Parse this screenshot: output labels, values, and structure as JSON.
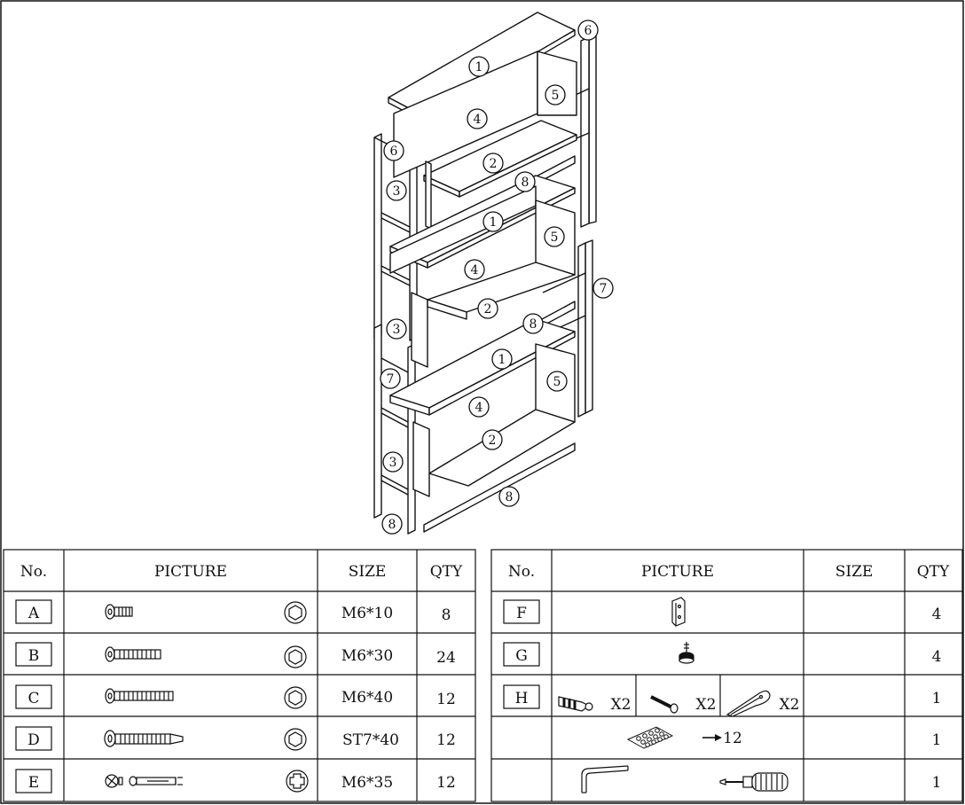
{
  "diagram": {
    "part_labels": [
      "1",
      "4",
      "5",
      "6",
      "2",
      "8",
      "3",
      "1",
      "5",
      "4",
      "7",
      "2",
      "8",
      "3",
      "1",
      "7",
      "5",
      "4",
      "2",
      "3",
      "8",
      "8"
    ]
  },
  "left_table": {
    "headers": {
      "no": "No.",
      "picture": "PICTURE",
      "size": "SIZE",
      "qty": "QTY"
    },
    "rows": [
      {
        "no": "A",
        "size": "M6*10",
        "qty": "8",
        "head": "hex"
      },
      {
        "no": "B",
        "size": "M6*30",
        "qty": "24",
        "head": "hex"
      },
      {
        "no": "C",
        "size": "M6*40",
        "qty": "12",
        "head": "hex"
      },
      {
        "no": "D",
        "size": "ST7*40",
        "qty": "12",
        "head": "hex"
      },
      {
        "no": "E",
        "size": "M6*35",
        "qty": "12",
        "head": "phillips"
      }
    ]
  },
  "right_table": {
    "headers": {
      "no": "No.",
      "picture": "PICTURE",
      "size": "SIZE",
      "qty": "QTY"
    },
    "rows": [
      {
        "no": "F",
        "size": "",
        "qty": "4"
      },
      {
        "no": "G",
        "size": "",
        "qty": "4"
      },
      {
        "no": "H",
        "size": "",
        "qty": "1",
        "multipliers": [
          "X2",
          "X2",
          "X2"
        ]
      },
      {
        "no": "",
        "size": "",
        "qty": "1",
        "arrow_label": "→12"
      },
      {
        "no": "",
        "size": "",
        "qty": "1"
      }
    ]
  }
}
